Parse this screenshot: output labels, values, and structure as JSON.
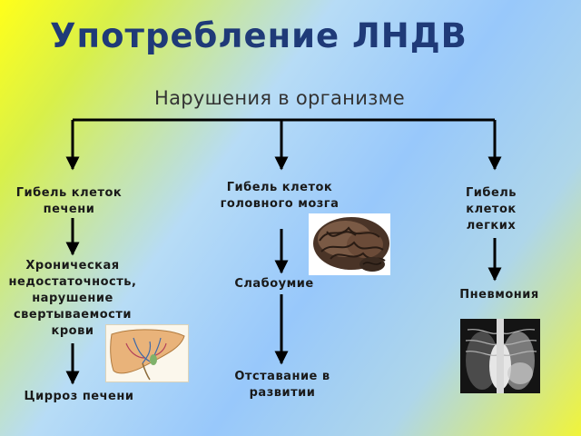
{
  "title": "Употребление ЛНДВ",
  "subtitle": "Нарушения в организме",
  "branches": {
    "liver": {
      "heading": "Гибель клеток печени",
      "effect": "Хроническая недостаточность, нарушение свертываемости крови",
      "outcome": "Цирроз печени"
    },
    "brain": {
      "heading": "Гибель клеток головного мозга",
      "effect": "Слабоумие",
      "outcome": "Отставание в развитии"
    },
    "lungs": {
      "heading": "Гибель клеток легких",
      "effect": "Пневмония"
    }
  }
}
